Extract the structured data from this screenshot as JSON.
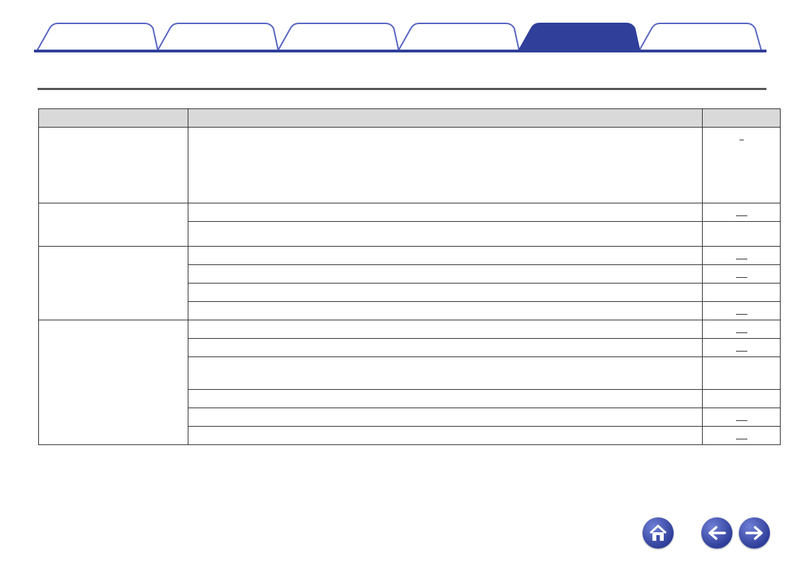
{
  "tabs": [
    {
      "label": ""
    },
    {
      "label": ""
    },
    {
      "label": ""
    },
    {
      "label": ""
    },
    {
      "label": "",
      "active": true
    },
    {
      "label": ""
    }
  ],
  "page": {
    "title": ""
  },
  "table": {
    "headers": [
      "",
      "",
      ""
    ],
    "groups": [
      {
        "label": "",
        "rows": [
          {
            "text": "",
            "page_marker": "short"
          }
        ]
      },
      {
        "label": "",
        "rows": [
          {
            "text": "",
            "page_marker": "dash"
          },
          {
            "text": "",
            "page_marker": "none"
          }
        ]
      },
      {
        "label": "",
        "rows": [
          {
            "text": "",
            "page_marker": "dash"
          },
          {
            "text": "",
            "page_marker": "dash"
          },
          {
            "text": "",
            "page_marker": "none"
          },
          {
            "text": "",
            "page_marker": "dash"
          }
        ]
      },
      {
        "label": "",
        "rows": [
          {
            "text": "",
            "page_marker": "dash"
          },
          {
            "text": "",
            "page_marker": "dash"
          },
          {
            "text": "",
            "page_marker": "none"
          },
          {
            "text": "",
            "page_marker": "none"
          },
          {
            "text": "",
            "page_marker": "dash"
          },
          {
            "text": "",
            "page_marker": "dash"
          }
        ]
      }
    ]
  },
  "nav": {
    "home_icon": "home-icon",
    "back_icon": "arrow-left-icon",
    "forward_icon": "arrow-right-icon"
  },
  "colors": {
    "accent": "#2f3f9a",
    "tab_border": "#5563c1",
    "header_bg": "#d9d9d9"
  }
}
